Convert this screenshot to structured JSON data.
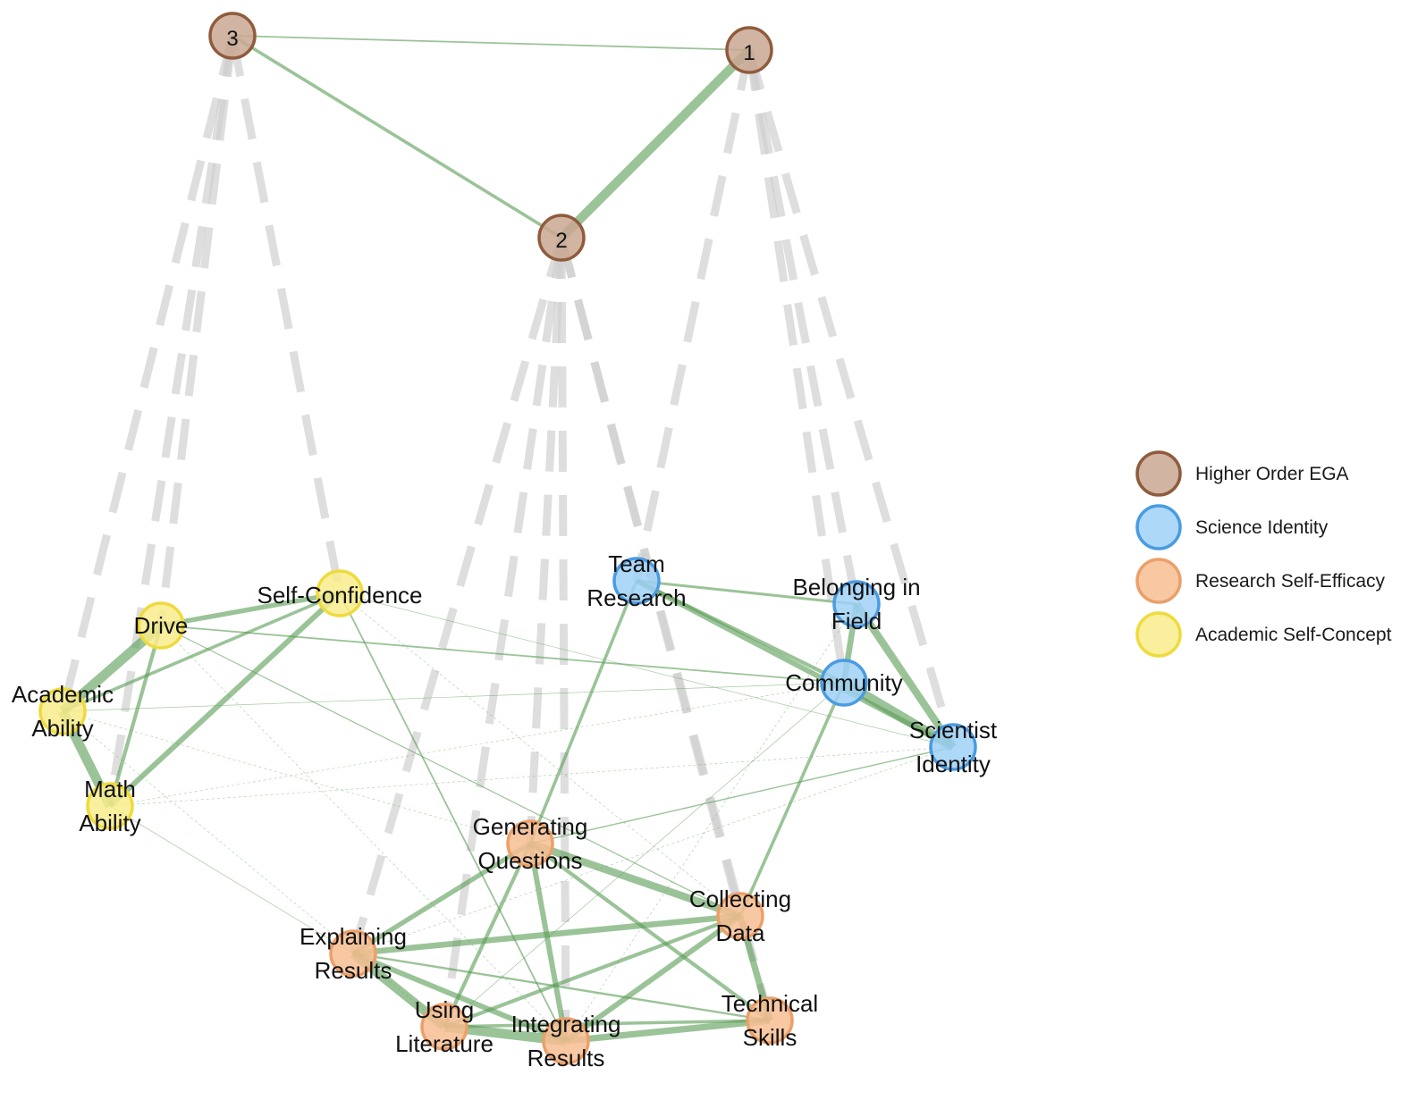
{
  "groups": [
    {
      "id": "higher",
      "label": "Higher Order EGA",
      "fill": "#c9a790",
      "stroke": "#8f5b3c"
    },
    {
      "id": "science",
      "label": "Science Identity",
      "fill": "#9fd1f7",
      "stroke": "#4a9be2"
    },
    {
      "id": "research",
      "label": "Research Self-Efficacy",
      "fill": "#f7be92",
      "stroke": "#eba06a"
    },
    {
      "id": "academic",
      "label": "Academic Self-Concept",
      "fill": "#f8ec8c",
      "stroke": "#eedb3c"
    }
  ],
  "nodes": [
    {
      "id": "h1",
      "group": "higher",
      "lines": [
        "1"
      ]
    },
    {
      "id": "h2",
      "group": "higher",
      "lines": [
        "2"
      ]
    },
    {
      "id": "h3",
      "group": "higher",
      "lines": [
        "3"
      ]
    },
    {
      "id": "team",
      "group": "science",
      "lines": [
        "Team",
        "Research"
      ]
    },
    {
      "id": "belong",
      "group": "science",
      "lines": [
        "Belonging in",
        "Field"
      ]
    },
    {
      "id": "community",
      "group": "science",
      "lines": [
        "Community"
      ]
    },
    {
      "id": "scientist",
      "group": "science",
      "lines": [
        "Scientist",
        "Identity"
      ]
    },
    {
      "id": "drive",
      "group": "academic",
      "lines": [
        "Drive"
      ]
    },
    {
      "id": "selfconf",
      "group": "academic",
      "lines": [
        "Self-Confidence"
      ]
    },
    {
      "id": "acad",
      "group": "academic",
      "lines": [
        "Academic",
        "Ability"
      ]
    },
    {
      "id": "math",
      "group": "academic",
      "lines": [
        "Math",
        "Ability"
      ]
    },
    {
      "id": "genq",
      "group": "research",
      "lines": [
        "Generating",
        "Questions"
      ]
    },
    {
      "id": "collect",
      "group": "research",
      "lines": [
        "Collecting",
        "Data"
      ]
    },
    {
      "id": "explain",
      "group": "research",
      "lines": [
        "Explaining",
        "Results"
      ]
    },
    {
      "id": "uselit",
      "group": "research",
      "lines": [
        "Using",
        "Literature"
      ]
    },
    {
      "id": "integ",
      "group": "research",
      "lines": [
        "Integrating",
        "Results"
      ]
    },
    {
      "id": "tech",
      "group": "research",
      "lines": [
        "Technical",
        "Skills"
      ]
    }
  ],
  "edges": [
    {
      "from": "h3",
      "to": "h1",
      "weight": 0.15
    },
    {
      "from": "h1",
      "to": "h2",
      "weight": 0.85
    },
    {
      "from": "h3",
      "to": "h2",
      "weight": 0.3
    },
    {
      "from": "drive",
      "to": "selfconf",
      "weight": 0.45
    },
    {
      "from": "drive",
      "to": "acad",
      "weight": 0.9
    },
    {
      "from": "drive",
      "to": "math",
      "weight": 0.35
    },
    {
      "from": "selfconf",
      "to": "acad",
      "weight": 0.3
    },
    {
      "from": "selfconf",
      "to": "math",
      "weight": 0.5
    },
    {
      "from": "acad",
      "to": "math",
      "weight": 0.9
    },
    {
      "from": "team",
      "to": "belong",
      "weight": 0.25
    },
    {
      "from": "team",
      "to": "community",
      "weight": 0.35
    },
    {
      "from": "team",
      "to": "scientist",
      "weight": 0.5
    },
    {
      "from": "belong",
      "to": "community",
      "weight": 0.55
    },
    {
      "from": "belong",
      "to": "scientist",
      "weight": 0.7
    },
    {
      "from": "community",
      "to": "scientist",
      "weight": 0.9
    },
    {
      "from": "genq",
      "to": "collect",
      "weight": 0.7
    },
    {
      "from": "genq",
      "to": "explain",
      "weight": 0.45
    },
    {
      "from": "genq",
      "to": "uselit",
      "weight": 0.35
    },
    {
      "from": "genq",
      "to": "integ",
      "weight": 0.5
    },
    {
      "from": "genq",
      "to": "tech",
      "weight": 0.35
    },
    {
      "from": "collect",
      "to": "explain",
      "weight": 0.55
    },
    {
      "from": "collect",
      "to": "uselit",
      "weight": 0.35
    },
    {
      "from": "collect",
      "to": "integ",
      "weight": 0.5
    },
    {
      "from": "collect",
      "to": "tech",
      "weight": 0.6
    },
    {
      "from": "explain",
      "to": "uselit",
      "weight": 0.85
    },
    {
      "from": "explain",
      "to": "integ",
      "weight": 0.5
    },
    {
      "from": "explain",
      "to": "tech",
      "weight": 0.2
    },
    {
      "from": "uselit",
      "to": "integ",
      "weight": 0.9
    },
    {
      "from": "uselit",
      "to": "tech",
      "weight": 0.3
    },
    {
      "from": "integ",
      "to": "tech",
      "weight": 0.6
    },
    {
      "from": "team",
      "to": "genq",
      "weight": 0.3
    },
    {
      "from": "community",
      "to": "collect",
      "weight": 0.3
    },
    {
      "from": "drive",
      "to": "community",
      "weight": 0.15
    },
    {
      "from": "drive",
      "to": "collect",
      "weight": 0.1
    },
    {
      "from": "selfconf",
      "to": "integ",
      "weight": 0.15
    },
    {
      "from": "selfconf",
      "to": "scientist",
      "weight": 0.06
    },
    {
      "from": "acad",
      "to": "community",
      "weight": 0.06
    },
    {
      "from": "math",
      "to": "explain",
      "weight": 0.06
    },
    {
      "from": "math",
      "to": "scientist",
      "weight": 0.04
    },
    {
      "from": "genq",
      "to": "scientist",
      "weight": 0.12
    },
    {
      "from": "community",
      "to": "uselit",
      "weight": 0.06
    },
    {
      "from": "drive",
      "to": "integ",
      "weight": 0.04
    },
    {
      "from": "acad",
      "to": "uselit",
      "weight": 0.04
    },
    {
      "from": "scientist",
      "to": "explain",
      "weight": 0.04
    },
    {
      "from": "belong",
      "to": "integ",
      "weight": 0.04
    },
    {
      "from": "selfconf",
      "to": "collect",
      "weight": 0.04
    },
    {
      "from": "math",
      "to": "community",
      "weight": 0.04
    },
    {
      "from": "acad",
      "to": "genq",
      "weight": 0.03
    }
  ],
  "loadings": [
    {
      "from": "h3",
      "to": "drive"
    },
    {
      "from": "h3",
      "to": "acad"
    },
    {
      "from": "h3",
      "to": "math"
    },
    {
      "from": "h3",
      "to": "selfconf"
    },
    {
      "from": "h1",
      "to": "team"
    },
    {
      "from": "h1",
      "to": "belong"
    },
    {
      "from": "h1",
      "to": "community"
    },
    {
      "from": "h1",
      "to": "scientist"
    },
    {
      "from": "h2",
      "to": "genq"
    },
    {
      "from": "h2",
      "to": "collect"
    },
    {
      "from": "h2",
      "to": "explain"
    },
    {
      "from": "h2",
      "to": "uselit"
    },
    {
      "from": "h2",
      "to": "integ"
    },
    {
      "from": "h2",
      "to": "tech"
    }
  ]
}
